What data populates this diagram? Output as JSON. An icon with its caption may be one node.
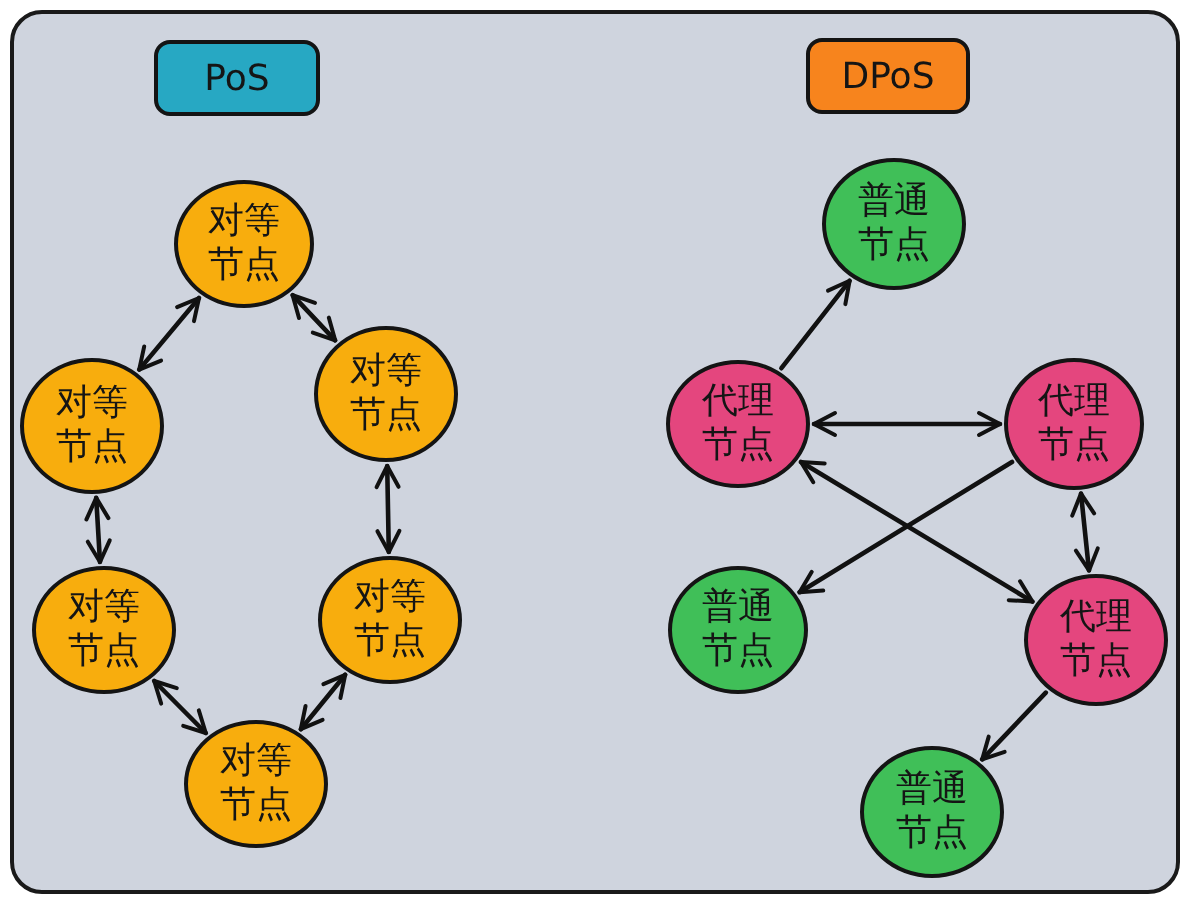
{
  "diagram": {
    "nodes": [
      {
        "text": [
          "PoS"
        ]
      },
      {
        "text": [
          "对等节点"
        ]
      },
      {
        "text": [
          "对等节点"
        ]
      },
      {
        "text": [
          "对等节点"
        ]
      },
      {
        "text": [
          "对等节点"
        ]
      },
      {
        "text": [
          "对等节点"
        ]
      },
      {
        "text": [
          "对等节点"
        ]
      },
      {
        "text": [
          "DPoS"
        ]
      },
      {
        "text": [
          "普通节点"
        ]
      },
      {
        "text": [
          "代理节点"
        ]
      },
      {
        "text": [
          "代理节点"
        ]
      },
      {
        "text": [
          "普通节点"
        ]
      },
      {
        "text": [
          "代理节点"
        ]
      },
      {
        "text": [
          "普通节点"
        ]
      }
    ],
    "edges": [
      {
        "from": 1,
        "to": 2,
        "arrow": "both"
      },
      {
        "from": 1,
        "to": 3,
        "arrow": "both"
      },
      {
        "from": 2,
        "to": 4,
        "arrow": "both"
      },
      {
        "from": 3,
        "to": 5,
        "arrow": "both"
      },
      {
        "from": 4,
        "to": 6,
        "arrow": "both"
      },
      {
        "from": 5,
        "to": 6,
        "arrow": "both"
      },
      {
        "from": 9,
        "to": 8,
        "arrow": "to"
      },
      {
        "from": 9,
        "to": 10,
        "arrow": "both"
      },
      {
        "from": 10,
        "to": 11,
        "arrow": "to"
      },
      {
        "from": 9,
        "to": 12,
        "arrow": "both"
      },
      {
        "from": 10,
        "to": 12,
        "arrow": "both"
      },
      {
        "from": 12,
        "to": 13,
        "arrow": "to"
      }
    ]
  }
}
